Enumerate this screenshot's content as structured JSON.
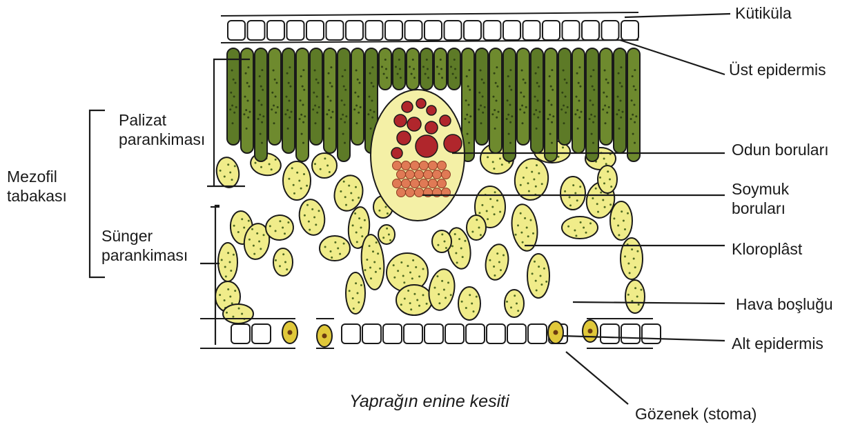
{
  "labels": {
    "kutikula": "Kütiküla",
    "ust_epidermis": "Üst epidermis",
    "odun_borulari": "Odun boruları",
    "soymuk_line1": "Soymuk",
    "soymuk_line2": "boruları",
    "kloroplast": "Kloroplâst",
    "hava_boslugu": "Hava boşluğu",
    "alt_epidermis": "Alt epidermis",
    "gozenek": "Gözenek (stoma)",
    "palizat_line1": "Palizat",
    "palizat_line2": "parankiması",
    "sunger_line1": "Sünger",
    "sunger_line2": "parankiması",
    "mezofil_line1": "Mezofil",
    "mezofil_line2": "tabakası"
  },
  "caption": "Yaprağın enine kesiti",
  "colors": {
    "palisade": "#6e8a2e",
    "palisade_dark": "#4f6a22",
    "spongy": "#f0ec8a",
    "xylem": "#b0262c",
    "phloem": "#e07a55",
    "outline": "#1a1a1a"
  }
}
